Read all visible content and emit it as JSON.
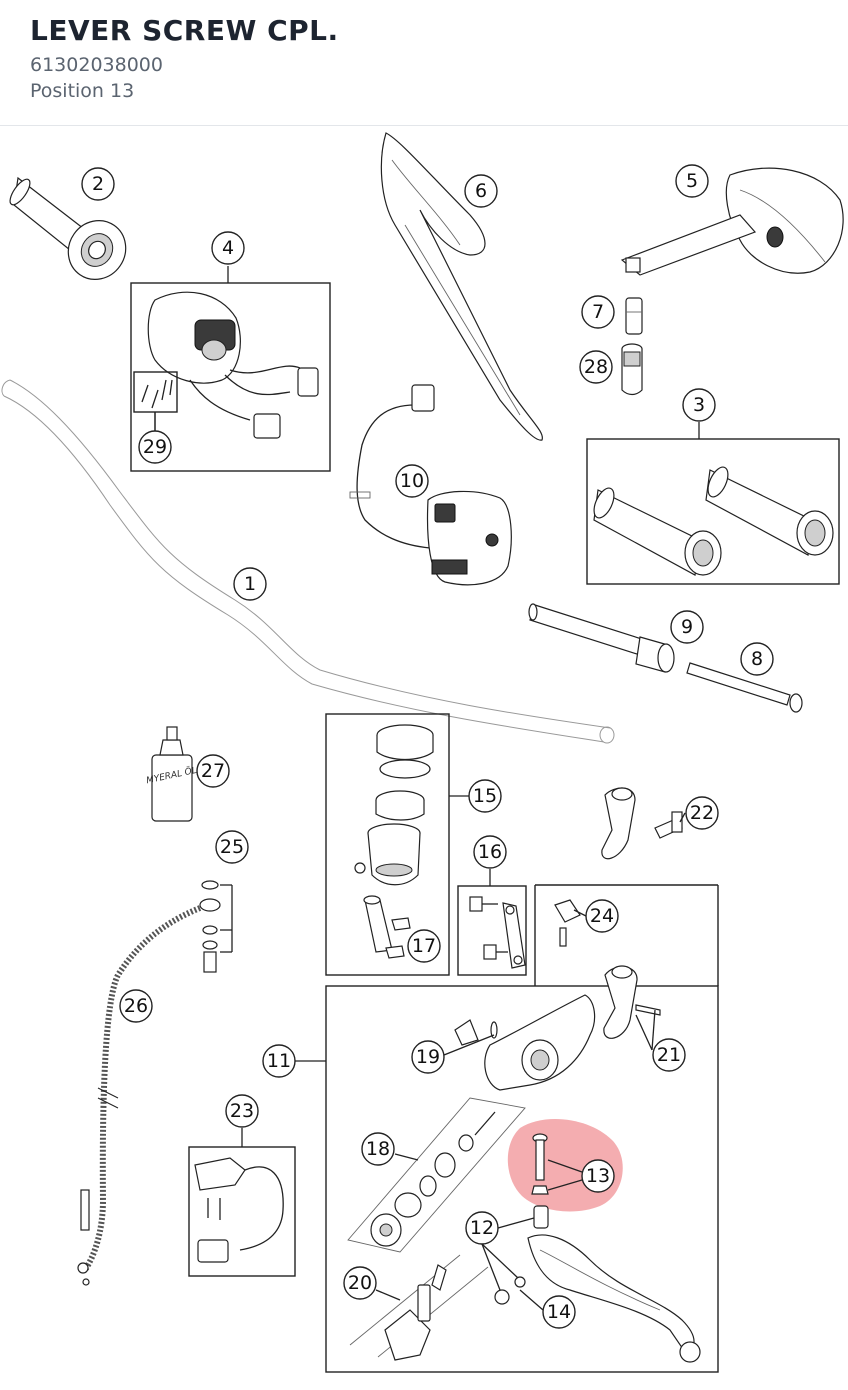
{
  "header": {
    "title": "LEVER SCREW CPL.",
    "part_number": "61302038000",
    "position": "Position 13"
  },
  "diagram": {
    "highlight_color": "#f08a8f",
    "callouts": {
      "c1": "1",
      "c2": "2",
      "c3": "3",
      "c4": "4",
      "c5": "5",
      "c6": "6",
      "c7": "7",
      "c8": "8",
      "c9": "9",
      "c10": "10",
      "c11": "11",
      "c12": "12",
      "c13": "13",
      "c14": "14",
      "c15": "15",
      "c16": "16",
      "c17": "17",
      "c18": "18",
      "c19": "19",
      "c20": "20",
      "c21": "21",
      "c22": "22",
      "c23": "23",
      "c24": "24",
      "c25": "25",
      "c26": "26",
      "c27": "27",
      "c28": "28",
      "c29": "29"
    },
    "bottle_label": "MYERAL ÖL"
  }
}
